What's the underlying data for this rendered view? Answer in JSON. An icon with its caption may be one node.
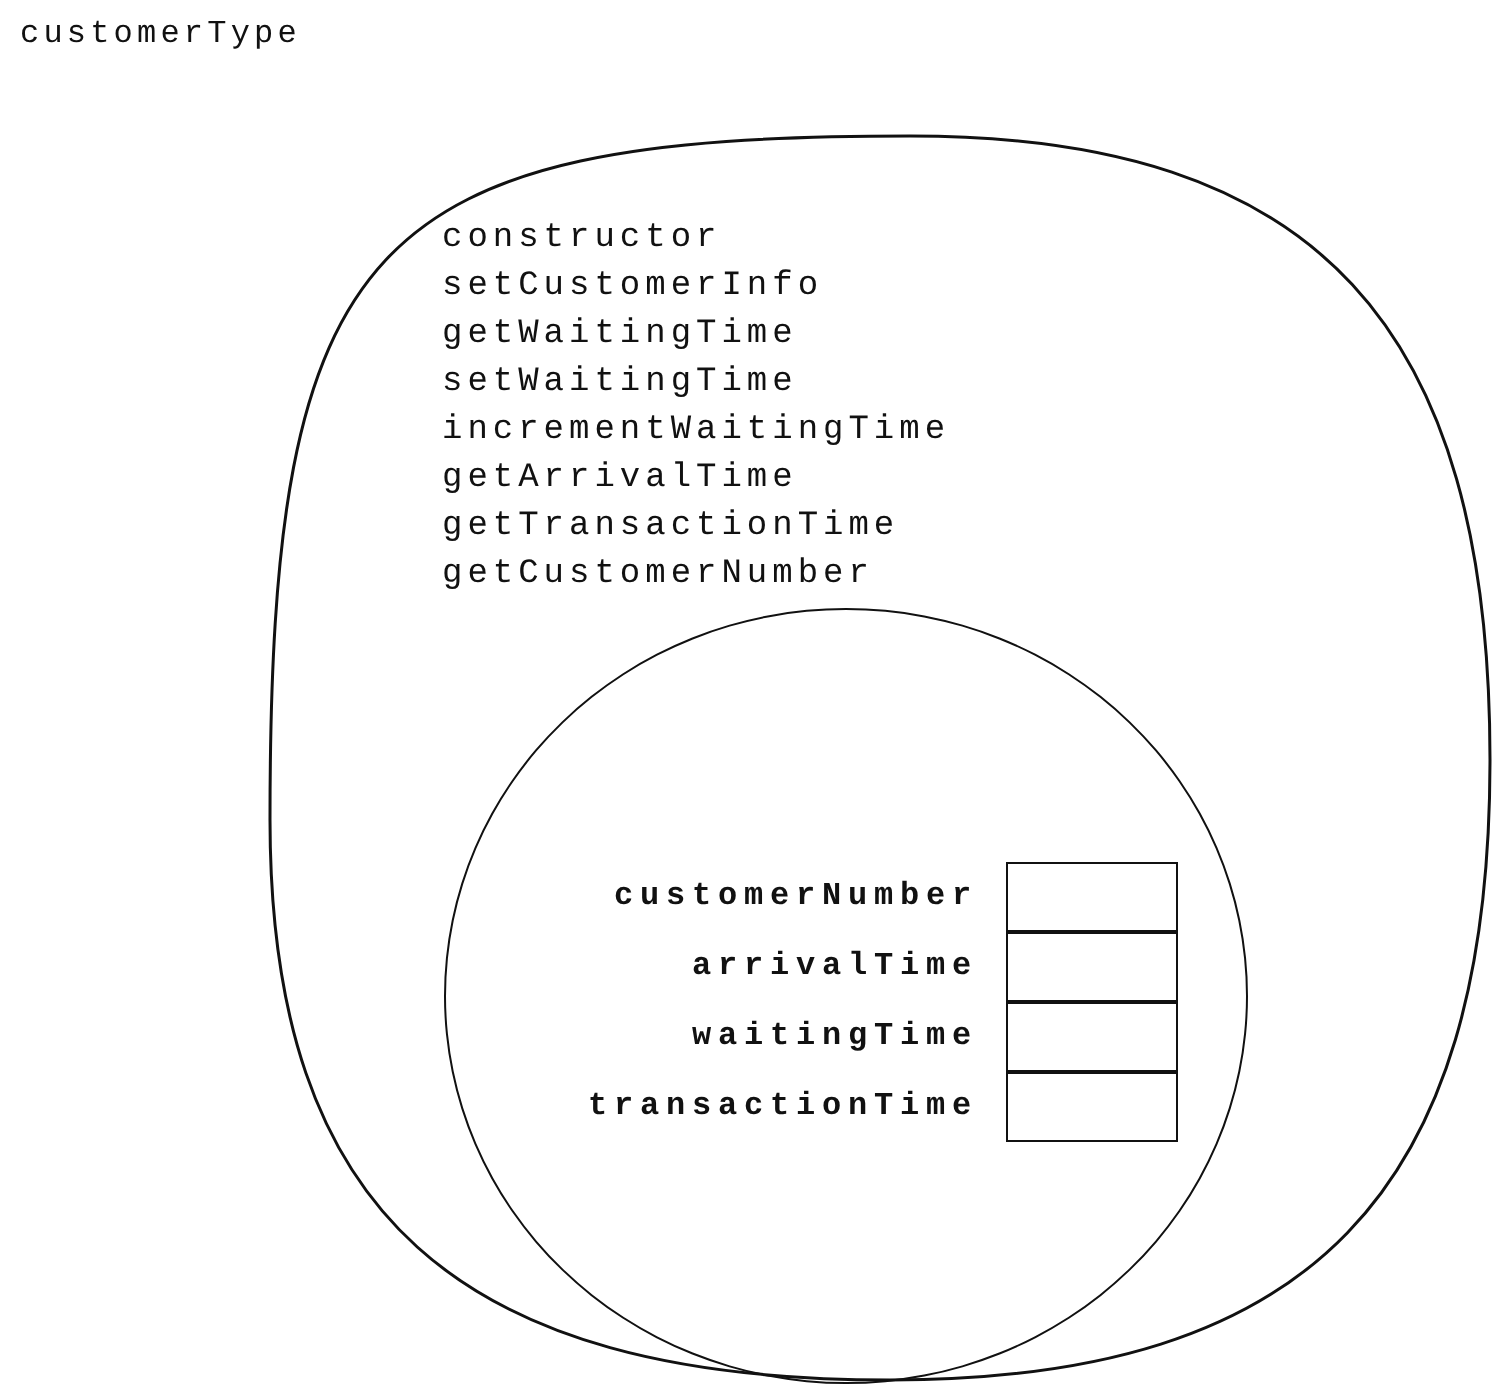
{
  "diagram": {
    "nodes": [
      {
        "text": [
          "customerType",
          "constructor",
          "setCustomerInfo",
          "getWaitingTime",
          "setWaitingTime",
          "incrementWaitingTime",
          "getArrivalTime",
          "getTransactionTime",
          "getCustomerNumber"
        ]
      },
      {
        "text": [],
        "shape": "circle",
        "in": 0
      },
      {
        "text": [],
        "shape": "box",
        "in": 1,
        "beside": [
          "customerNumber"
        ]
      },
      {
        "text": [],
        "shape": "box",
        "in": 1,
        "beside": [
          "arrivalTime"
        ]
      },
      {
        "text": [],
        "shape": "box",
        "in": 1,
        "beside": [
          "waitingTime"
        ]
      },
      {
        "text": [],
        "shape": "box",
        "in": 1,
        "beside": [
          "transactionTime"
        ]
      }
    ]
  }
}
